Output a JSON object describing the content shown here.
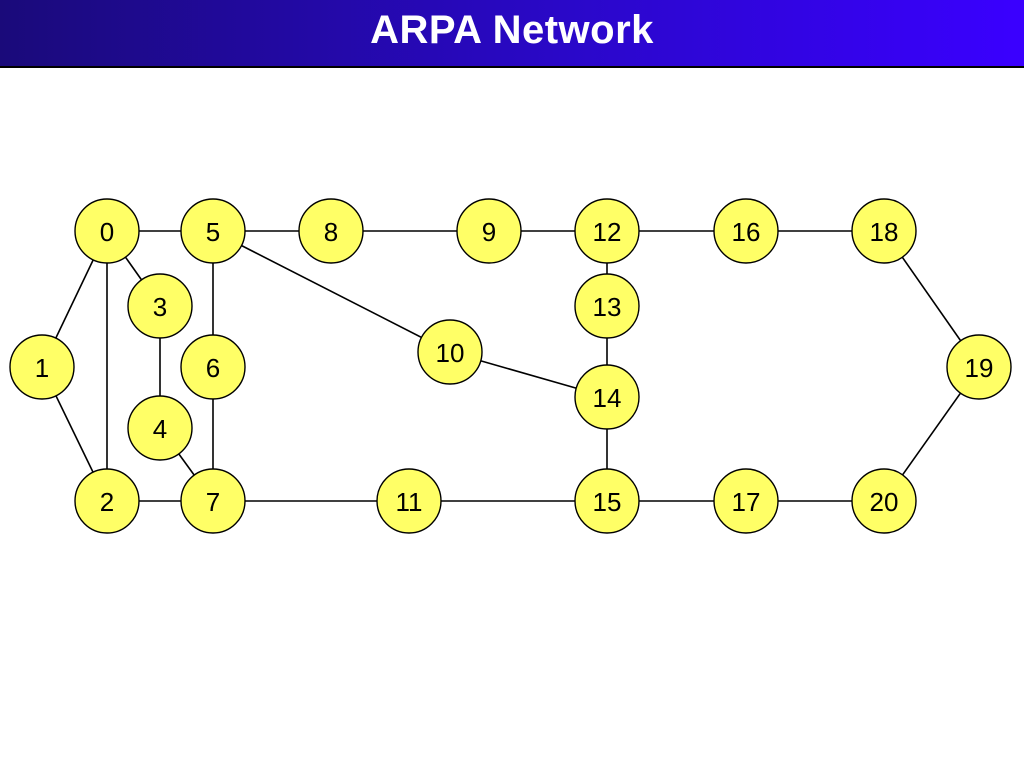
{
  "title": "ARPA Network",
  "colors": {
    "title_bar_start": "#1a0a7a",
    "title_bar_end": "#3a00ff",
    "title_text": "#ffffff",
    "node_fill": "#ffff66",
    "node_stroke": "#000000",
    "edge": "#000000"
  },
  "nodes": [
    {
      "id": "0",
      "label": "0"
    },
    {
      "id": "1",
      "label": "1"
    },
    {
      "id": "2",
      "label": "2"
    },
    {
      "id": "3",
      "label": "3"
    },
    {
      "id": "4",
      "label": "4"
    },
    {
      "id": "5",
      "label": "5"
    },
    {
      "id": "6",
      "label": "6"
    },
    {
      "id": "7",
      "label": "7"
    },
    {
      "id": "8",
      "label": "8"
    },
    {
      "id": "9",
      "label": "9"
    },
    {
      "id": "10",
      "label": "10"
    },
    {
      "id": "11",
      "label": "11"
    },
    {
      "id": "12",
      "label": "12"
    },
    {
      "id": "13",
      "label": "13"
    },
    {
      "id": "14",
      "label": "14"
    },
    {
      "id": "15",
      "label": "15"
    },
    {
      "id": "16",
      "label": "16"
    },
    {
      "id": "17",
      "label": "17"
    },
    {
      "id": "18",
      "label": "18"
    },
    {
      "id": "19",
      "label": "19"
    },
    {
      "id": "20",
      "label": "20"
    }
  ],
  "edges": [
    [
      "0",
      "5"
    ],
    [
      "0",
      "1"
    ],
    [
      "0",
      "2"
    ],
    [
      "0",
      "3"
    ],
    [
      "1",
      "2"
    ],
    [
      "2",
      "7"
    ],
    [
      "3",
      "4"
    ],
    [
      "4",
      "7"
    ],
    [
      "5",
      "8"
    ],
    [
      "5",
      "6"
    ],
    [
      "5",
      "10"
    ],
    [
      "6",
      "7"
    ],
    [
      "7",
      "11"
    ],
    [
      "8",
      "9"
    ],
    [
      "9",
      "12"
    ],
    [
      "10",
      "14"
    ],
    [
      "11",
      "15"
    ],
    [
      "12",
      "16"
    ],
    [
      "12",
      "13"
    ],
    [
      "13",
      "14"
    ],
    [
      "14",
      "15"
    ],
    [
      "15",
      "17"
    ],
    [
      "16",
      "18"
    ],
    [
      "17",
      "20"
    ],
    [
      "18",
      "19"
    ],
    [
      "19",
      "20"
    ]
  ]
}
